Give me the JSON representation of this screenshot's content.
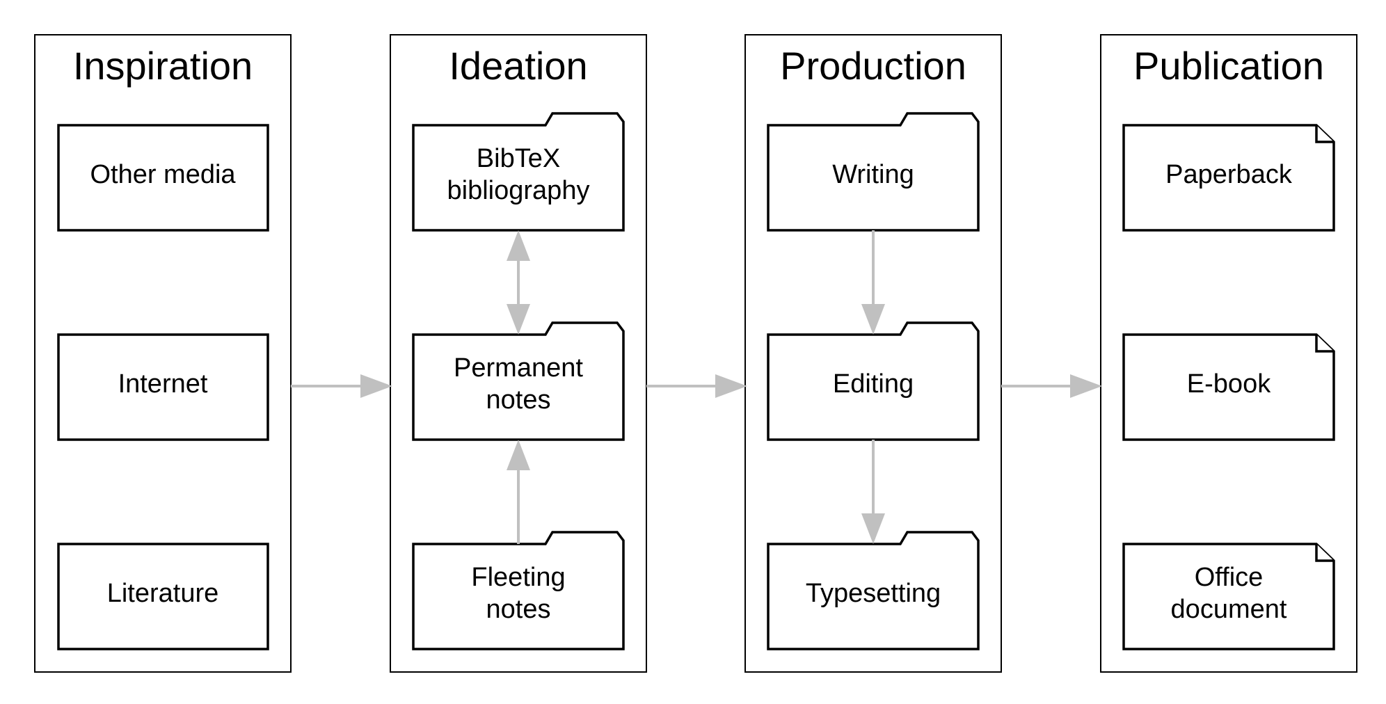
{
  "lanes": [
    {
      "title": "Inspiration",
      "items": [
        "Other media",
        "Internet",
        "Literature"
      ]
    },
    {
      "title": "Ideation",
      "items": [
        "BibTeX\nbibliography",
        "Permanent\nnotes",
        "Fleeting\nnotes"
      ]
    },
    {
      "title": "Production",
      "items": [
        "Writing",
        "Editing",
        "Typesetting"
      ]
    },
    {
      "title": "Publication",
      "items": [
        "Paperback",
        "E-book",
        "Office\ndocument"
      ]
    }
  ],
  "colors": {
    "arrow": "#c0c0c0",
    "stroke": "#000000",
    "background": "#ffffff"
  },
  "shapes": {
    "Inspiration": "rectangle",
    "Ideation": "folder",
    "Production": "folder",
    "Publication": "note-dog-ear"
  }
}
